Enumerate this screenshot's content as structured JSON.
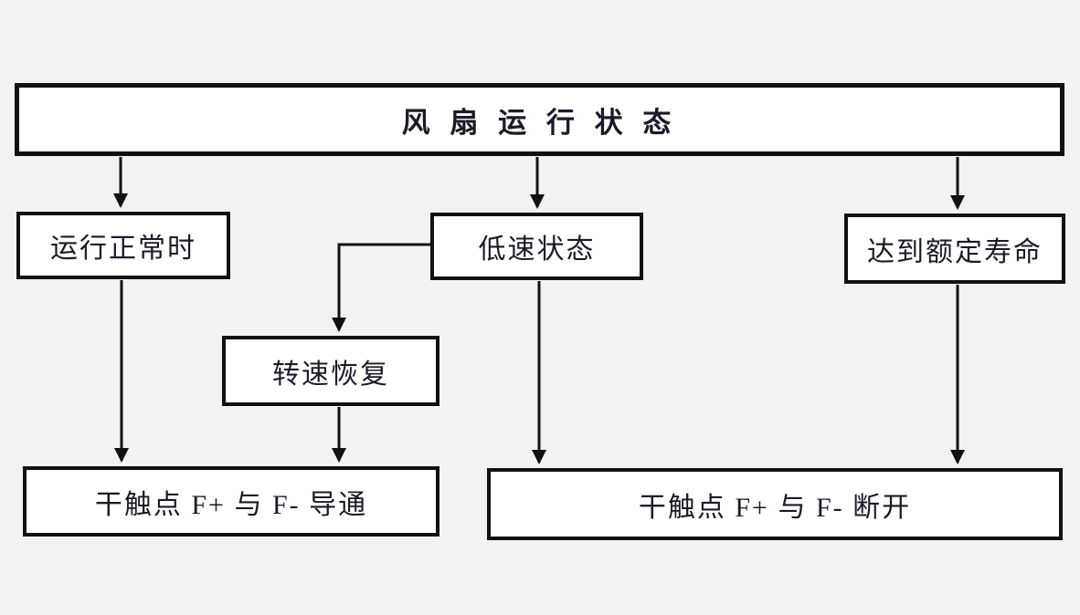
{
  "diagram": {
    "type": "flowchart",
    "colors": {
      "background": "#f2f2f2",
      "box_fill": "#ffffff",
      "border": "#111111",
      "line": "#111111",
      "text": "#1b1b28"
    },
    "nodes": {
      "fan_status": {
        "label": "风 扇 运 行 状 态"
      },
      "normal": {
        "label": "运行正常时"
      },
      "low_speed": {
        "label": "低速状态"
      },
      "rated_life": {
        "label": "达到额定寿命"
      },
      "speed_recovered": {
        "label": "转速恢复"
      },
      "contact_closed": {
        "label": "干触点 F+ 与 F- 导通"
      },
      "contact_open": {
        "label": "干触点 F+ 与 F- 断开"
      }
    },
    "edges": [
      {
        "from": "fan_status",
        "to": "normal"
      },
      {
        "from": "fan_status",
        "to": "low_speed"
      },
      {
        "from": "fan_status",
        "to": "rated_life"
      },
      {
        "from": "low_speed",
        "to": "speed_recovered"
      },
      {
        "from": "normal",
        "to": "contact_closed"
      },
      {
        "from": "speed_recovered",
        "to": "contact_closed"
      },
      {
        "from": "low_speed",
        "to": "contact_open"
      },
      {
        "from": "rated_life",
        "to": "contact_open"
      }
    ]
  }
}
